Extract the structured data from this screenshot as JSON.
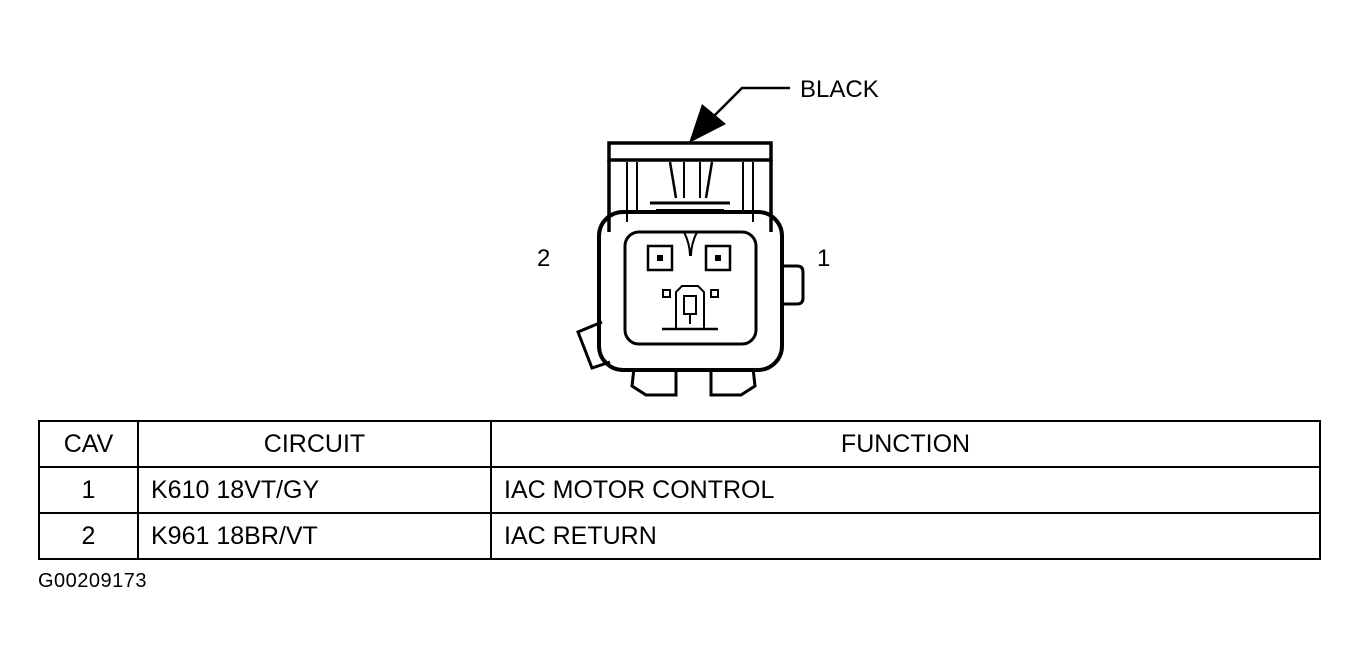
{
  "diagram": {
    "connector_color_label": "BLACK",
    "cavity_label_left": "2",
    "cavity_label_right": "1"
  },
  "table": {
    "headers": {
      "cav": "CAV",
      "circuit": "CIRCUIT",
      "function": "FUNCTION"
    },
    "rows": [
      {
        "cav": "1",
        "circuit": "K610 18VT/GY",
        "function": "IAC MOTOR CONTROL"
      },
      {
        "cav": "2",
        "circuit": "K961 18BR/VT",
        "function": "IAC RETURN"
      }
    ]
  },
  "figure_id": "G00209173"
}
